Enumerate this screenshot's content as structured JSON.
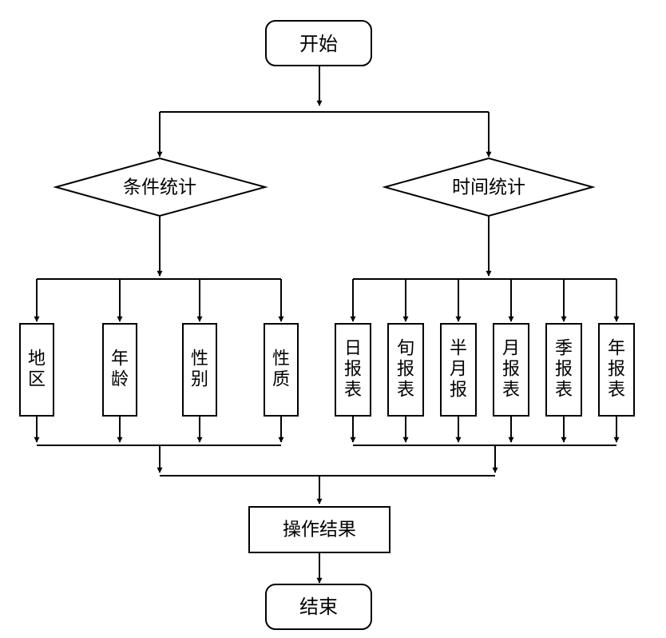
{
  "colors": {
    "line": "#000000",
    "box_fill": "#ffffff",
    "text": "#000000",
    "background": "#ffffff"
  },
  "nodes": {
    "start": "开始",
    "condition": "条件统计",
    "time": "时间统计",
    "condition_items": [
      "地区",
      "年龄",
      "性别",
      "性质"
    ],
    "time_items": [
      "日报表",
      "旬报表",
      "半月报",
      "月报表",
      "季报表",
      "年报表"
    ],
    "result": "操作结果",
    "end": "结束"
  }
}
